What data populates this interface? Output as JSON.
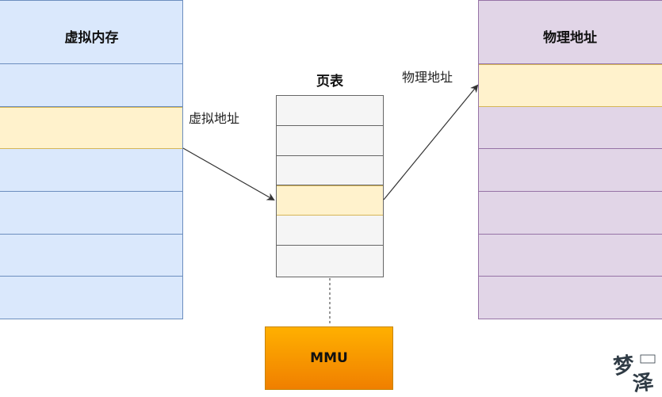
{
  "virtual_memory": {
    "title": "虚拟内存",
    "address_label": "虚拟地址"
  },
  "page_table": {
    "title": "页表"
  },
  "physical_memory": {
    "title": "物理地址",
    "address_label": "物理地址"
  },
  "mmu": {
    "label": "MMU"
  },
  "colors": {
    "virtual_fill": "#dae8fc",
    "virtual_border": "#6c8ebf",
    "physical_fill": "#e1d5e7",
    "physical_border": "#9673a6",
    "table_fill": "#f5f5f5",
    "highlight_fill": "#fff2cc",
    "highlight_border": "#d6b656",
    "mmu_fill": "#f59a00"
  },
  "logo": {
    "text": "梦泽"
  }
}
